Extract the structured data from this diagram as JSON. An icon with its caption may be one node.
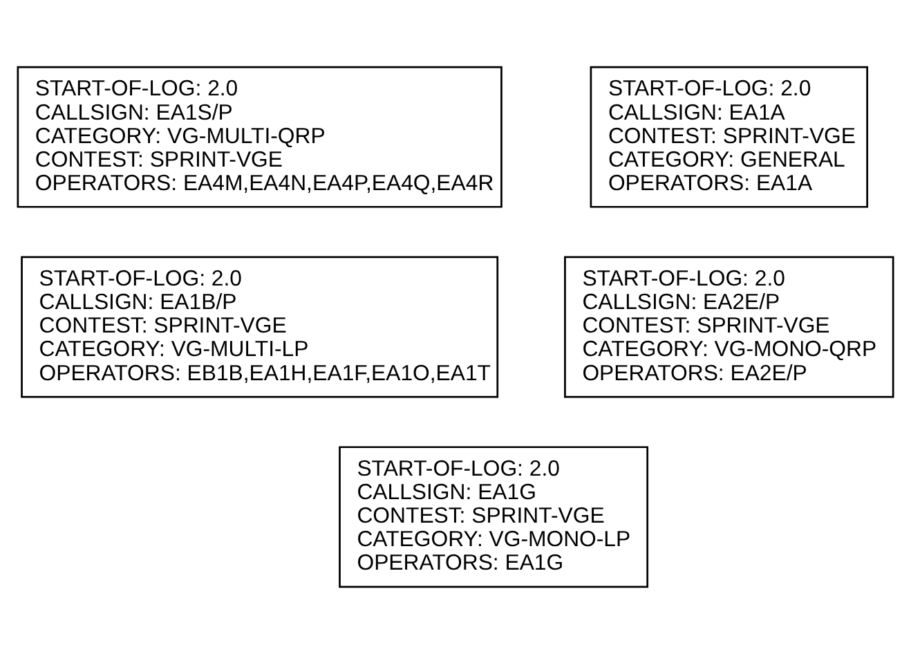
{
  "diagram": {
    "nodes": [
      {
        "text": [
          "START-OF-LOG: 2.0",
          "CALLSIGN: EA1S/P",
          "CATEGORY: VG-MULTI-QRP",
          "CONTEST: SPRINT-VGE",
          "OPERATORS: EA4M,EA4N,EA4P,EA4Q,EA4R"
        ]
      },
      {
        "text": [
          "START-OF-LOG: 2.0",
          "CALLSIGN: EA1A",
          "CONTEST: SPRINT-VGE",
          "CATEGORY: GENERAL",
          "OPERATORS: EA1A"
        ]
      },
      {
        "text": [
          "START-OF-LOG: 2.0",
          "CALLSIGN: EA1B/P",
          "CONTEST: SPRINT-VGE",
          "CATEGORY: VG-MULTI-LP",
          "OPERATORS: EB1B,EA1H,EA1F,EA1O,EA1T"
        ]
      },
      {
        "text": [
          "START-OF-LOG: 2.0",
          "CALLSIGN: EA2E/P",
          "CONTEST: SPRINT-VGE",
          "CATEGORY: VG-MONO-QRP",
          "OPERATORS: EA2E/P"
        ]
      },
      {
        "text": [
          "START-OF-LOG: 2.0",
          "CALLSIGN: EA1G",
          "CONTEST: SPRINT-VGE",
          "CATEGORY: VG-MONO-LP",
          "OPERATORS: EA1G"
        ]
      }
    ]
  }
}
